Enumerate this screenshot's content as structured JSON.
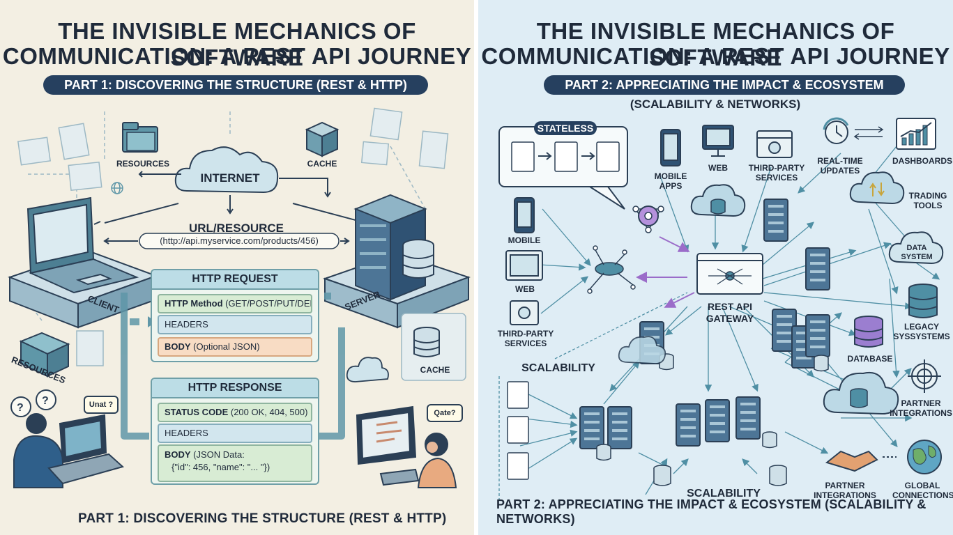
{
  "left": {
    "title_line1": "THE INVISIBLE MECHANICS OF SOFTWARE",
    "title_line2": "COMMUNICATION: A REST API JOURNEY",
    "part_pill": "PART 1: DISCOVERING THE STRUCTURE (REST & HTTP)",
    "labels": {
      "resources_top": "RESOURCES",
      "cache_top": "CACHE",
      "internet": "INTERNET",
      "url_resource": "URL/RESOURCE",
      "url_example": "(http://api.myservice.com/products/456)",
      "client": "CLIENT",
      "server": "SERVER",
      "resources_bottom": "RESOURCES",
      "cache_bottom": "CACHE",
      "bubble_left": "Unat ?",
      "bubble_right": "Qate?"
    },
    "request": {
      "header": "HTTP REQUEST",
      "method_bold": "HTTP Method",
      "method_rest": " (GET/POST/PUT/DELETE)",
      "headers": "HEADERS",
      "body_bold": "BODY",
      "body_rest": " (Optional JSON)"
    },
    "response": {
      "header": "HTTP RESPONSE",
      "status_bold": "STATUS CODE",
      "status_rest": " (200 OK, 404, 500)",
      "headers": "HEADERS",
      "body_bold": "BODY",
      "body_rest": " (JSON Data:",
      "body_line2": "{\"id\": 456, \"name\": \"... \"})"
    },
    "footer": "PART 1: DISCOVERING THE STRUCTURE (REST & HTTP)"
  },
  "right": {
    "title_line1": "THE INVISIBLE MECHANICS OF SOFTWARE",
    "title_line2": "COMMUNICATION: A REST API JOURNEY",
    "part_pill": "PART 2: APPRECIATING THE IMPACT & ECOSYSTEM",
    "part_sub": "(SCALABILITY & NETWORKS)",
    "labels": {
      "stateless": "STATELESS",
      "mobile_apps": "MOBILE APPS",
      "web_top": "WEB",
      "third_party_top": "THIRD-PARTY SERVICES",
      "real_time": "REAL-TIME UPDATES",
      "dashboards": "DASHBOARDS",
      "trading": "TRADING TOOLS",
      "mobile": "MOBILE",
      "web": "WEB",
      "third_party": "THIRD-PARTY SERVICES",
      "gateway": "REST API GATEWAY",
      "data_system": "DATA SYSTEM",
      "legacy": "LEGACY SYSSYSTEMS",
      "database": "DATABASE",
      "scalability_left": "SCALABILITY",
      "scalability_bottom": "SCALABILITY",
      "partner_right": "PARTNER INTEGRATIONS",
      "partner_bottom": "PARTNER INTEGRATIONS",
      "global": "GLOBAL CONNECTIONS"
    },
    "footer": "PART 2: APPRECIATING THE IMPACT & ECOSYSTEM (SCALABILITY & NETWORKS)"
  },
  "colors": {
    "navy": "#26405f",
    "teal": "#5f97a8",
    "left_bg": "#f3efe3",
    "right_bg": "#dfedf5",
    "request_green": "#d8ecd4",
    "body_orange": "#f8dcc4",
    "purple": "#9b6cc9"
  }
}
